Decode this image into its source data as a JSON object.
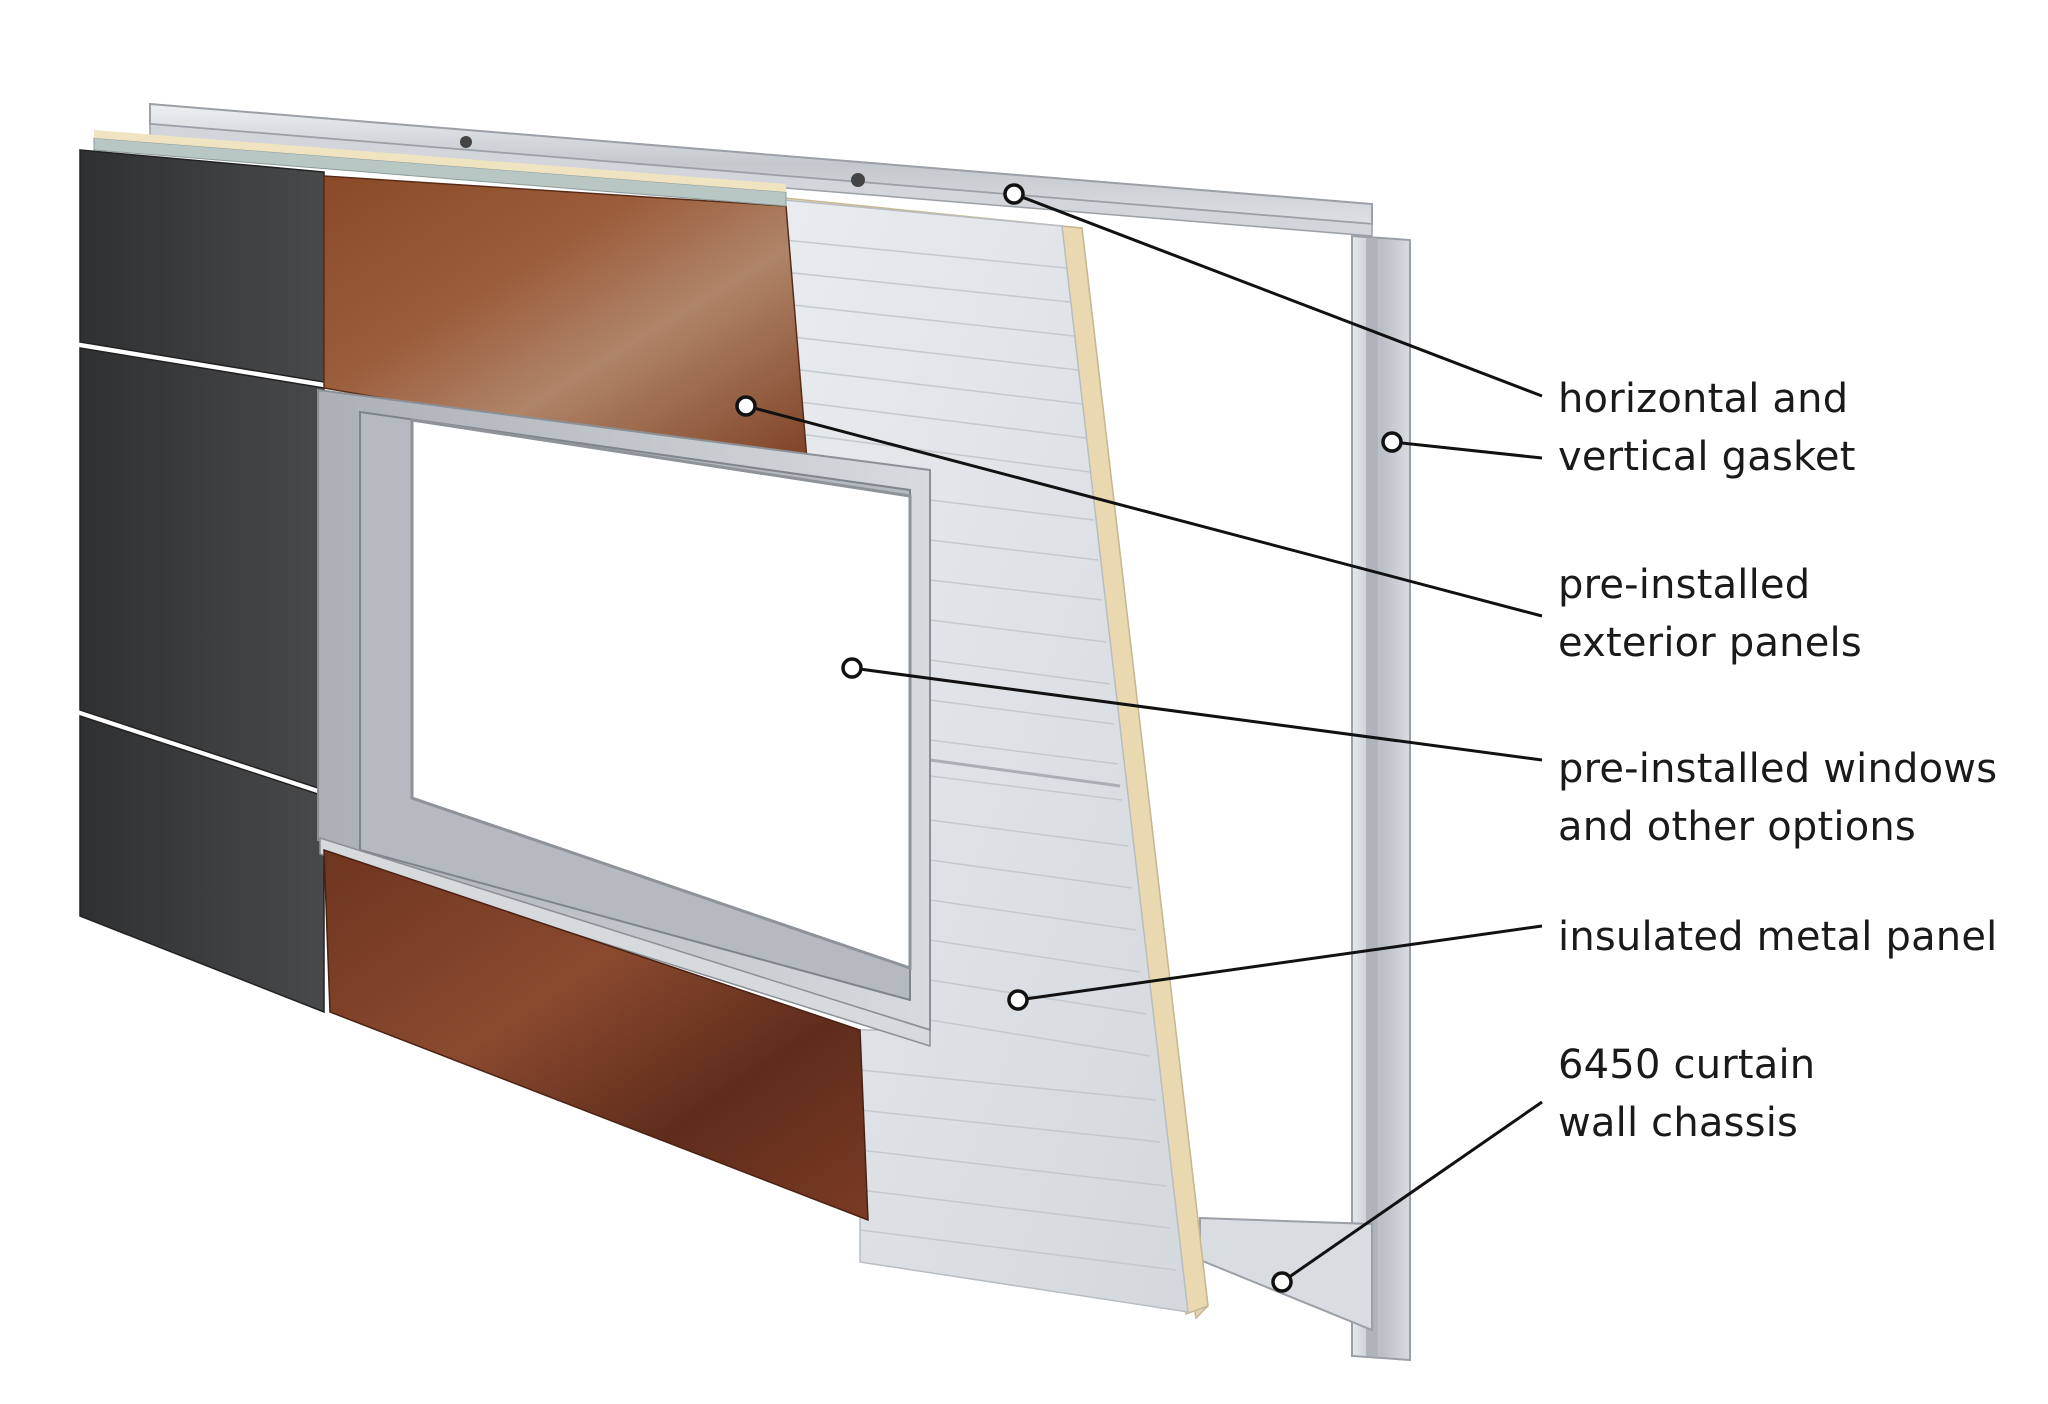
{
  "callouts": [
    {
      "id": "gasket",
      "lines": [
        "horizontal and",
        "vertical gasket"
      ]
    },
    {
      "id": "exterior-panels",
      "lines": [
        "pre-installed",
        "exterior panels"
      ]
    },
    {
      "id": "windows",
      "lines": [
        "pre-installed windows",
        "and other options"
      ]
    },
    {
      "id": "imp",
      "lines": [
        "insulated metal panel"
      ]
    },
    {
      "id": "chassis",
      "lines": [
        "6450 curtain",
        "wall chassis"
      ]
    }
  ],
  "colors": {
    "dark_panel": "#3a3b3d",
    "weathering_steel": "#7a3f22",
    "insulated_metal_panel": "#dfe3e7",
    "foam_core": "#eee3c3",
    "aluminum_frame": "#c9ced3"
  }
}
